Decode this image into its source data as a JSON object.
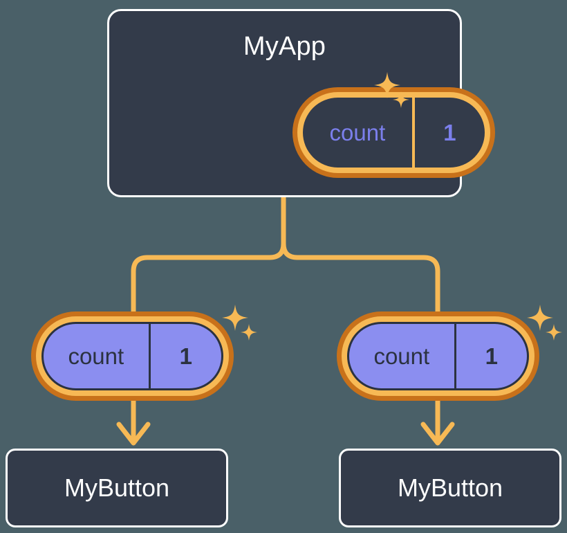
{
  "diagram": {
    "type": "component-tree",
    "background_color": "#4a6068",
    "accent_orange_dark": "#c8711a",
    "accent_orange_light": "#f7b955",
    "panel_color": "#333b4a",
    "state_fill_purple": "#8b8ef0",
    "state_text_purple": "#7b7fec"
  },
  "root": {
    "title": "MyApp",
    "state": {
      "key": "count",
      "value": "1"
    },
    "sparkle_icon": "sparkles-icon"
  },
  "children": [
    {
      "state": {
        "key": "count",
        "value": "1"
      },
      "sparkle_icon": "sparkles-icon",
      "leaf": {
        "title": "MyButton"
      }
    },
    {
      "state": {
        "key": "count",
        "value": "1"
      },
      "sparkle_icon": "sparkles-icon",
      "leaf": {
        "title": "MyButton"
      }
    }
  ],
  "connectors": {
    "tree_branch": "tree-branch-connector",
    "arrow_left": "down-arrow-icon",
    "arrow_right": "down-arrow-icon"
  }
}
